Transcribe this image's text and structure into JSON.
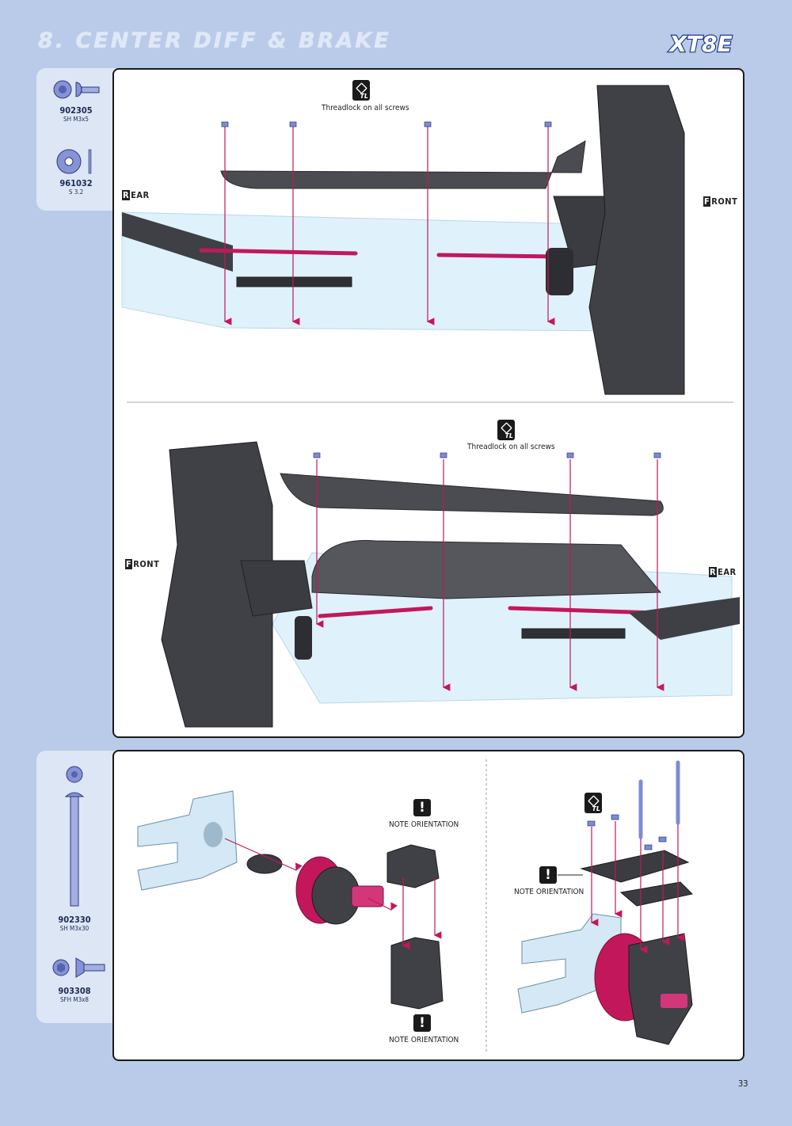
{
  "header": {
    "title": "8. CENTER DIFF & BRAKE",
    "logo_text": "XT8E"
  },
  "parts_top": [
    {
      "number": "902305",
      "spec": "SH M3x5",
      "icon": "button-head-screw-icon"
    },
    {
      "number": "961032",
      "spec": "S 3.2",
      "icon": "washer-icon"
    }
  ],
  "parts_bottom": [
    {
      "number": "902330",
      "spec": "SH M3x30",
      "icon": "long-screw-icon"
    },
    {
      "number": "903308",
      "spec": "SFH M3x8",
      "icon": "flat-head-screw-icon"
    }
  ],
  "step1": {
    "threadlock_text": "Threadlock on all screws",
    "rear_cap": "R",
    "rear_rest": "EAR",
    "front_cap": "F",
    "front_rest": "RONT"
  },
  "step2": {
    "threadlock_text": "Threadlock on all screws",
    "front_cap": "F",
    "front_rest": "RONT",
    "rear_cap": "R",
    "rear_rest": "EAR"
  },
  "step3": {
    "note_top": "NOTE ORIENTATION",
    "note_bottom": "NOTE ORIENTATION",
    "note_right": "NOTE ORIENTATION"
  },
  "page_number": "33",
  "colors": {
    "background": "#b9cbe8",
    "sidebar": "#dde6f5",
    "chassis": "#dff1fa",
    "part_dark": "#4a4c52",
    "arrow": "#c2185b",
    "screw": "#7d8bd1"
  }
}
